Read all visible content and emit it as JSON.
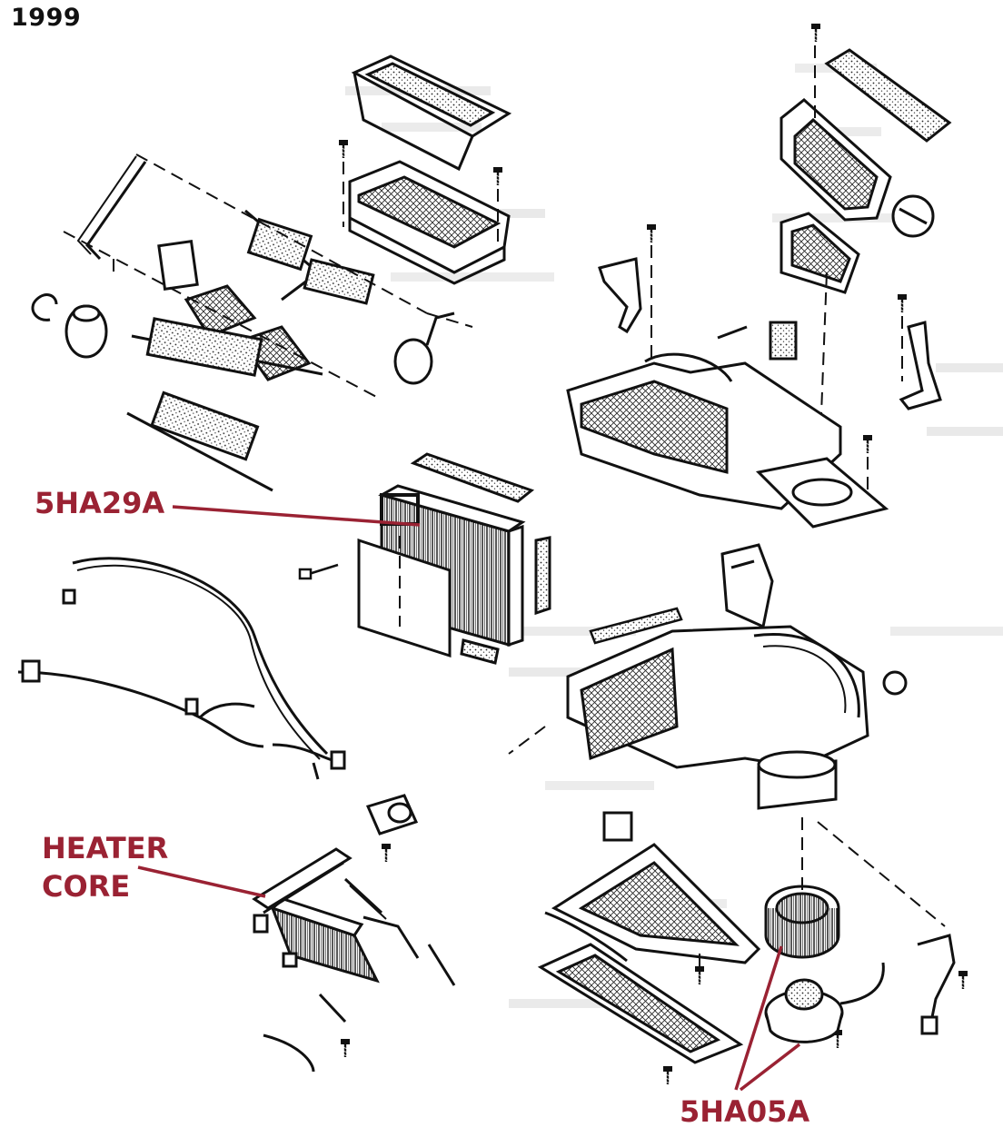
{
  "title": "1999",
  "callouts": {
    "evaporator_part": "5HA29A",
    "heater_core_line1": "HEATER",
    "heater_core_line2": "CORE",
    "blower_part": "5HA05A"
  },
  "colors": {
    "callout": "#9a2233",
    "line_art": "#111111",
    "ghost_text": "#b9b9b9"
  },
  "icons": [
    "fastener-icon"
  ]
}
